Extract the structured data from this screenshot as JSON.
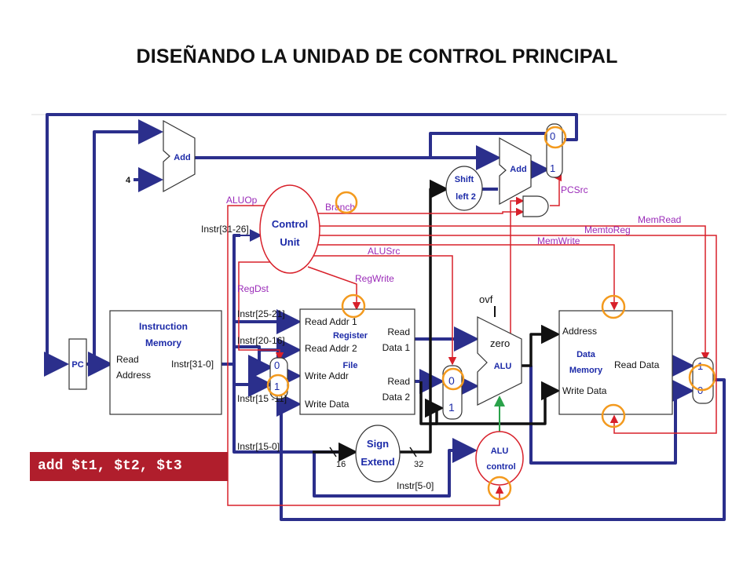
{
  "title": "DISEÑANDO LA UNIDAD DE CONTROL PRINCIPAL",
  "instruction": "add $t1, $t2, $t3",
  "colors": {
    "bus_blue": "#2b2f8c",
    "signal_red": "#d8202a",
    "label_purple": "#9a2ab8",
    "text_blue": "#1c2aa8",
    "highlight_orange": "#f39a1e",
    "instr_bg": "#b01e2c",
    "alu_green": "#2aa24a"
  },
  "components": {
    "pc": "PC",
    "add_pc": "Add",
    "const_four": "4",
    "add_branch": "Add",
    "shift": [
      "Shift",
      "left 2"
    ],
    "control": [
      "Control",
      "Unit"
    ],
    "instr_mem": {
      "name": [
        "Instruction",
        "Memory"
      ],
      "read_address": [
        "Read",
        "Address"
      ],
      "out": "Instr[31-0]"
    },
    "regfile": {
      "name": [
        "Register",
        "File"
      ],
      "read_addr_1": "Read Addr 1",
      "read_addr_2": "Read Addr 2",
      "write_addr": "Write Addr",
      "write_data": "Write Data",
      "read_data_1": [
        "Read",
        "Data 1"
      ],
      "read_data_2": [
        "Read",
        "Data 2"
      ]
    },
    "sign_extend": [
      "Sign",
      "Extend"
    ],
    "alu": {
      "name": "ALU",
      "zero": "zero",
      "ovf": "ovf"
    },
    "alu_control": [
      "ALU",
      "control"
    ],
    "data_mem": {
      "name": [
        "Data",
        "Memory"
      ],
      "address": "Address",
      "write_data": "Write Data",
      "read_data": "Read Data"
    }
  },
  "signals": {
    "aluop": "ALUOp",
    "branch": "Branch",
    "alusrc": "ALUSrc",
    "regwrite": "RegWrite",
    "regdst": "RegDst",
    "memread": "MemRead",
    "memtoreg": "MemtoReg",
    "memwrite": "MemWrite",
    "pcsrc": "PCSrc"
  },
  "bus_labels": {
    "instr_31_26": "Instr[31-26]",
    "instr_25_21": "Instr[25-21]",
    "instr_20_16": "Instr[20-16]",
    "instr_15_11": "Instr[15 -11]",
    "instr_15_0": "Instr[15-0]",
    "instr_5_0": "Instr[5-0]",
    "width_16": "16",
    "width_32": "32"
  },
  "mux_inputs": {
    "pc_mux": [
      "0",
      "1"
    ],
    "regdst_mux": [
      "0",
      "1"
    ],
    "alusrc_mux": [
      "0",
      "1"
    ],
    "memtoreg_mux": [
      "1",
      "0"
    ]
  }
}
